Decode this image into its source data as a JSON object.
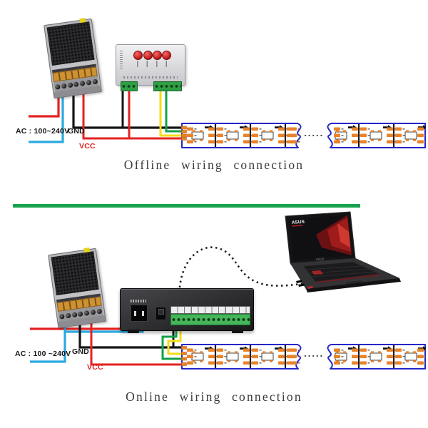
{
  "offline_section": {
    "title": "Offline wiring connection",
    "ac_label": "AC : 100~240V",
    "gnd_label": "GND",
    "vcc_label": "VCC",
    "components": {
      "power_supply": "switching-power-supply",
      "controller": "sd-card-led-controller",
      "led_strip": "addressable-led-strip"
    }
  },
  "online_section": {
    "title": "Online wiring connection",
    "ac_label": "AC : 100 ~240V",
    "gnd_label": "GND",
    "vcc_label": "VCC",
    "laptop_brand": "ASUS",
    "components": {
      "power_supply": "switching-power-supply",
      "controller": "online-multi-channel-controller",
      "computer": "laptop",
      "led_strip": "addressable-led-strip"
    }
  },
  "wire_colors": {
    "ac_live_red": "#e32222",
    "ac_neutral_blue": "#2aa9e0",
    "ground_black": "#141414",
    "vcc_red": "#e32222",
    "data_green": "#13a04a",
    "data_yellow": "#f2dd1a"
  },
  "accent_colors": {
    "divider_green": "#17a34e",
    "strip_border_blue": "#2626c9",
    "solder_pad_orange": "#e8832a",
    "controller_button_red": "#b41111",
    "terminal_block_green": "#2f9e44"
  }
}
